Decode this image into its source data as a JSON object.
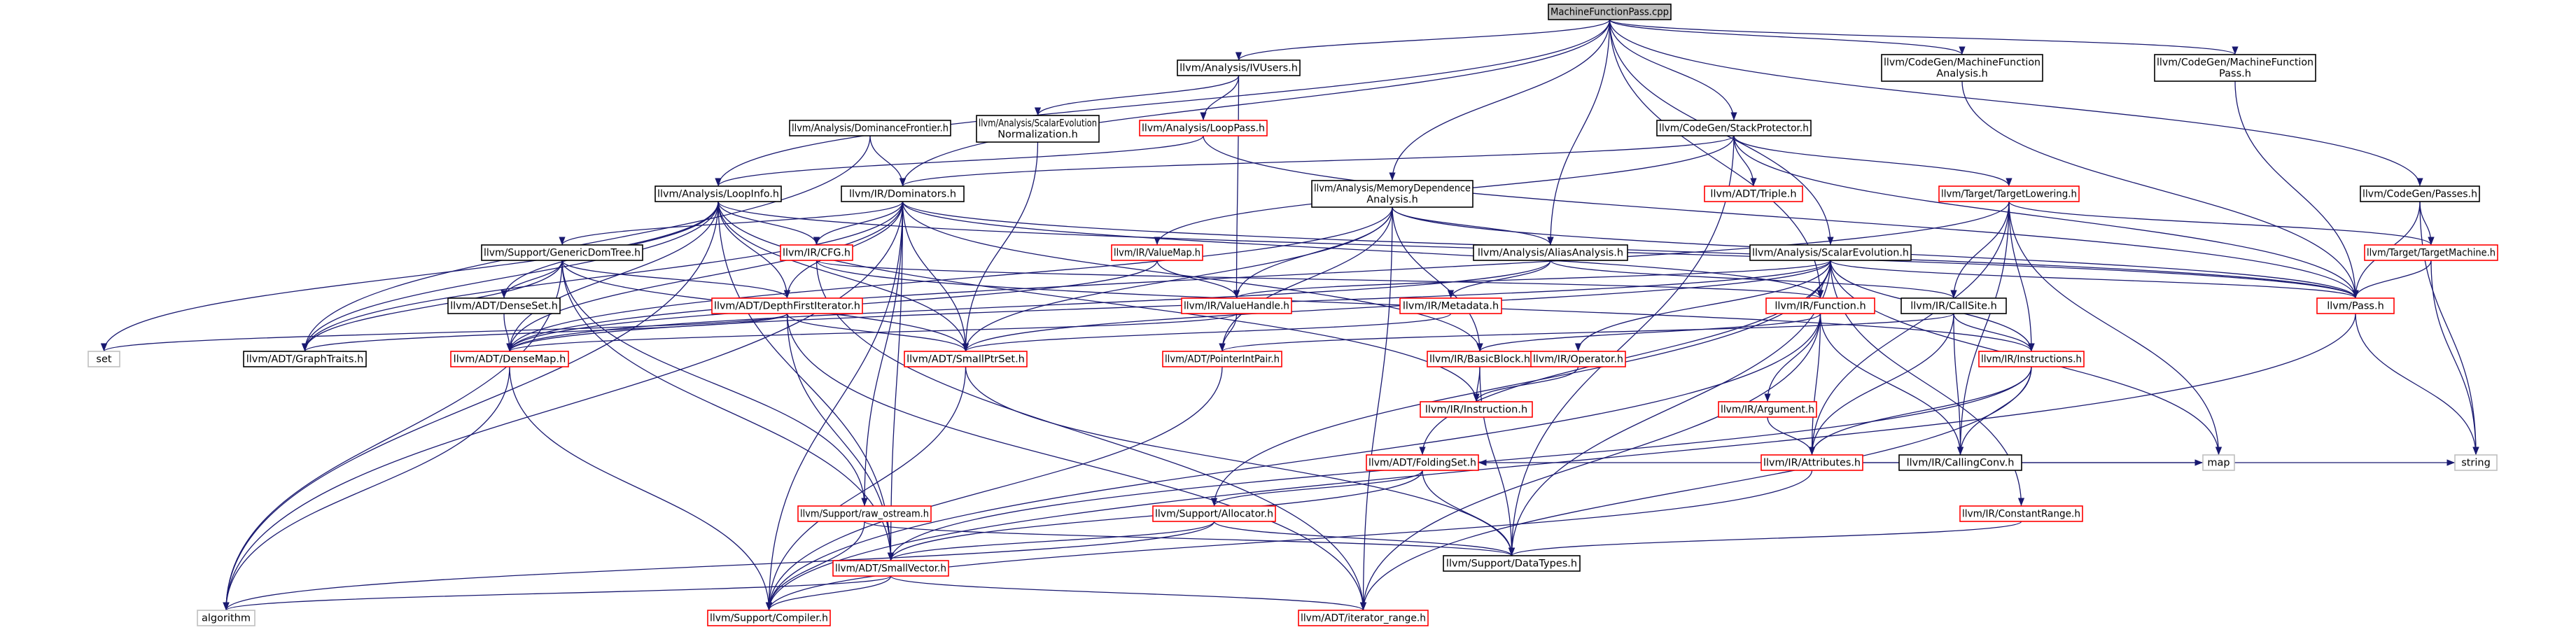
{
  "colors": {
    "root_fill": "#bfbfbf",
    "node_fill": "#ffffff",
    "border_defined": "#000000",
    "border_undocumented": "#ff0000",
    "border_system": "#bfbfbf",
    "edge": "#191970"
  },
  "nodes": [
    {
      "id": "root",
      "lines": [
        "MachineFunctionPass.cpp"
      ],
      "kind": "root"
    },
    {
      "id": "ivusers",
      "lines": [
        "llvm/Analysis/IVUsers.h"
      ],
      "kind": "defined"
    },
    {
      "id": "cgmfa",
      "lines": [
        "llvm/CodeGen/MachineFunction",
        "Analysis.h"
      ],
      "kind": "defined"
    },
    {
      "id": "cgmfp",
      "lines": [
        "llvm/CodeGen/MachineFunction",
        "Pass.h"
      ],
      "kind": "defined"
    },
    {
      "id": "domfront",
      "lines": [
        "llvm/Analysis/DominanceFrontier.h"
      ],
      "kind": "defined"
    },
    {
      "id": "sen",
      "lines": [
        "llvm/Analysis/ScalarEvolution",
        "Normalization.h"
      ],
      "kind": "defined"
    },
    {
      "id": "looppass",
      "lines": [
        "llvm/Analysis/LoopPass.h"
      ],
      "kind": "undoc"
    },
    {
      "id": "stackprot",
      "lines": [
        "llvm/CodeGen/StackProtector.h"
      ],
      "kind": "defined"
    },
    {
      "id": "loopinfo",
      "lines": [
        "llvm/Analysis/LoopInfo.h"
      ],
      "kind": "defined"
    },
    {
      "id": "dominators",
      "lines": [
        "llvm/IR/Dominators.h"
      ],
      "kind": "defined"
    },
    {
      "id": "memdep",
      "lines": [
        "llvm/Analysis/MemoryDependence",
        "Analysis.h"
      ],
      "kind": "defined"
    },
    {
      "id": "triple",
      "lines": [
        "llvm/ADT/Triple.h"
      ],
      "kind": "undoc"
    },
    {
      "id": "tli",
      "lines": [
        "llvm/Target/TargetLowering.h"
      ],
      "kind": "undoc"
    },
    {
      "id": "cgpasses",
      "lines": [
        "llvm/CodeGen/Passes.h"
      ],
      "kind": "defined"
    },
    {
      "id": "gdt",
      "lines": [
        "llvm/Support/GenericDomTree.h"
      ],
      "kind": "defined"
    },
    {
      "id": "cfg",
      "lines": [
        "llvm/IR/CFG.h"
      ],
      "kind": "undoc"
    },
    {
      "id": "valuemap",
      "lines": [
        "llvm/IR/ValueMap.h"
      ],
      "kind": "undoc"
    },
    {
      "id": "aa",
      "lines": [
        "llvm/Analysis/AliasAnalysis.h"
      ],
      "kind": "defined"
    },
    {
      "id": "se",
      "lines": [
        "llvm/Analysis/ScalarEvolution.h"
      ],
      "kind": "defined"
    },
    {
      "id": "tm",
      "lines": [
        "llvm/Target/TargetMachine.h"
      ],
      "kind": "undoc"
    },
    {
      "id": "denseset",
      "lines": [
        "llvm/ADT/DenseSet.h"
      ],
      "kind": "defined"
    },
    {
      "id": "dfi",
      "lines": [
        "llvm/ADT/DepthFirstIterator.h"
      ],
      "kind": "undoc"
    },
    {
      "id": "vh",
      "lines": [
        "llvm/IR/ValueHandle.h"
      ],
      "kind": "undoc"
    },
    {
      "id": "metadata",
      "lines": [
        "llvm/IR/Metadata.h"
      ],
      "kind": "undoc"
    },
    {
      "id": "function",
      "lines": [
        "llvm/IR/Function.h"
      ],
      "kind": "undoc"
    },
    {
      "id": "callsite",
      "lines": [
        "llvm/IR/CallSite.h"
      ],
      "kind": "defined"
    },
    {
      "id": "pass",
      "lines": [
        "llvm/Pass.h"
      ],
      "kind": "undoc"
    },
    {
      "id": "set",
      "lines": [
        "set"
      ],
      "kind": "system"
    },
    {
      "id": "graphtraits",
      "lines": [
        "llvm/ADT/GraphTraits.h"
      ],
      "kind": "defined"
    },
    {
      "id": "densemap",
      "lines": [
        "llvm/ADT/DenseMap.h"
      ],
      "kind": "undoc"
    },
    {
      "id": "smallptrset",
      "lines": [
        "llvm/ADT/SmallPtrSet.h"
      ],
      "kind": "undoc"
    },
    {
      "id": "pip",
      "lines": [
        "llvm/ADT/PointerIntPair.h"
      ],
      "kind": "undoc"
    },
    {
      "id": "basicblock",
      "lines": [
        "llvm/IR/BasicBlock.h"
      ],
      "kind": "undoc"
    },
    {
      "id": "operator",
      "lines": [
        "llvm/IR/Operator.h"
      ],
      "kind": "undoc"
    },
    {
      "id": "instructions",
      "lines": [
        "llvm/IR/Instructions.h"
      ],
      "kind": "undoc"
    },
    {
      "id": "argument",
      "lines": [
        "llvm/IR/Argument.h"
      ],
      "kind": "undoc"
    },
    {
      "id": "instruction",
      "lines": [
        "llvm/IR/Instruction.h"
      ],
      "kind": "undoc"
    },
    {
      "id": "attributes",
      "lines": [
        "llvm/IR/Attributes.h"
      ],
      "kind": "undoc"
    },
    {
      "id": "callingconv",
      "lines": [
        "llvm/IR/CallingConv.h"
      ],
      "kind": "defined"
    },
    {
      "id": "map",
      "lines": [
        "map"
      ],
      "kind": "system"
    },
    {
      "id": "string",
      "lines": [
        "string"
      ],
      "kind": "system"
    },
    {
      "id": "foldingset",
      "lines": [
        "llvm/ADT/FoldingSet.h"
      ],
      "kind": "undoc"
    },
    {
      "id": "rawostream",
      "lines": [
        "llvm/Support/raw_ostream.h"
      ],
      "kind": "undoc"
    },
    {
      "id": "allocator",
      "lines": [
        "llvm/Support/Allocator.h"
      ],
      "kind": "undoc"
    },
    {
      "id": "constantrange",
      "lines": [
        "llvm/IR/ConstantRange.h"
      ],
      "kind": "undoc"
    },
    {
      "id": "datatypes",
      "lines": [
        "llvm/Support/DataTypes.h"
      ],
      "kind": "defined"
    },
    {
      "id": "smallvector",
      "lines": [
        "llvm/ADT/SmallVector.h"
      ],
      "kind": "undoc"
    },
    {
      "id": "algorithm",
      "lines": [
        "algorithm"
      ],
      "kind": "system"
    },
    {
      "id": "compiler",
      "lines": [
        "llvm/Support/Compiler.h"
      ],
      "kind": "undoc"
    },
    {
      "id": "iterrange",
      "lines": [
        "llvm/ADT/iterator_range.h"
      ],
      "kind": "undoc"
    }
  ],
  "edges": [
    [
      "root",
      "ivusers"
    ],
    [
      "root",
      "cgmfa"
    ],
    [
      "root",
      "cgmfp"
    ],
    [
      "root",
      "stackprot"
    ],
    [
      "root",
      "loopinfo"
    ],
    [
      "root",
      "dominators"
    ],
    [
      "root",
      "memdep"
    ],
    [
      "root",
      "aa"
    ],
    [
      "root",
      "se"
    ],
    [
      "root",
      "function"
    ],
    [
      "root",
      "cgpasses"
    ],
    [
      "ivusers",
      "looppass"
    ],
    [
      "ivusers",
      "sen"
    ],
    [
      "ivusers",
      "vh"
    ],
    [
      "cgmfa",
      "pass"
    ],
    [
      "cgmfp",
      "pass"
    ],
    [
      "domfront",
      "dominators"
    ],
    [
      "domfront",
      "graphtraits"
    ],
    [
      "sen",
      "smallptrset"
    ],
    [
      "looppass",
      "loopinfo"
    ],
    [
      "looppass",
      "pass"
    ],
    [
      "stackprot",
      "tli"
    ],
    [
      "stackprot",
      "triple"
    ],
    [
      "stackprot",
      "valuemap"
    ],
    [
      "stackprot",
      "pass"
    ],
    [
      "stackprot",
      "dominators"
    ],
    [
      "stackprot",
      "datatypes"
    ],
    [
      "loopinfo",
      "denseset"
    ],
    [
      "loopinfo",
      "dfi"
    ],
    [
      "loopinfo",
      "graphtraits"
    ],
    [
      "loopinfo",
      "densemap"
    ],
    [
      "loopinfo",
      "smallptrset"
    ],
    [
      "loopinfo",
      "cfg"
    ],
    [
      "loopinfo",
      "pass"
    ],
    [
      "loopinfo",
      "set"
    ],
    [
      "loopinfo",
      "algorithm"
    ],
    [
      "loopinfo",
      "smallvector"
    ],
    [
      "loopinfo",
      "instruction"
    ],
    [
      "dominators",
      "gdt"
    ],
    [
      "dominators",
      "cfg"
    ],
    [
      "dominators",
      "function"
    ],
    [
      "dominators",
      "pass"
    ],
    [
      "dominators",
      "basicblock"
    ],
    [
      "dominators",
      "densemap"
    ],
    [
      "dominators",
      "dfi"
    ],
    [
      "dominators",
      "graphtraits"
    ],
    [
      "dominators",
      "smallptrset"
    ],
    [
      "dominators",
      "smallvector"
    ],
    [
      "dominators",
      "rawostream"
    ],
    [
      "dominators",
      "compiler"
    ],
    [
      "dominators",
      "algorithm"
    ],
    [
      "memdep",
      "aa"
    ],
    [
      "memdep",
      "basicblock"
    ],
    [
      "memdep",
      "vh"
    ],
    [
      "memdep",
      "pip"
    ],
    [
      "memdep",
      "densemap"
    ],
    [
      "memdep",
      "smallptrset"
    ],
    [
      "memdep",
      "iterrange"
    ],
    [
      "memdep",
      "pass"
    ],
    [
      "tli",
      "attributes"
    ],
    [
      "tli",
      "callsite"
    ],
    [
      "tli",
      "callingconv"
    ],
    [
      "tli",
      "instructions"
    ],
    [
      "tli",
      "tm"
    ],
    [
      "tli",
      "densemap"
    ],
    [
      "tli",
      "map"
    ],
    [
      "cgpasses",
      "pass"
    ],
    [
      "cgpasses",
      "tm"
    ],
    [
      "cgpasses",
      "string"
    ],
    [
      "gdt",
      "denseset"
    ],
    [
      "gdt",
      "dfi"
    ],
    [
      "gdt",
      "graphtraits"
    ],
    [
      "gdt",
      "smallptrset"
    ],
    [
      "gdt",
      "smallvector"
    ],
    [
      "gdt",
      "rawostream"
    ],
    [
      "gdt",
      "algorithm"
    ],
    [
      "cfg",
      "function"
    ],
    [
      "cfg",
      "instructions"
    ],
    [
      "cfg",
      "iterrange"
    ],
    [
      "valuemap",
      "vh"
    ],
    [
      "valuemap",
      "densemap"
    ],
    [
      "aa",
      "callsite"
    ],
    [
      "aa",
      "metadata"
    ],
    [
      "aa",
      "densemap"
    ],
    [
      "se",
      "function"
    ],
    [
      "se",
      "operator"
    ],
    [
      "se",
      "instructions"
    ],
    [
      "se",
      "vh"
    ],
    [
      "se",
      "constantrange"
    ],
    [
      "se",
      "allocator"
    ],
    [
      "se",
      "foldingset"
    ],
    [
      "se",
      "datatypes"
    ],
    [
      "se",
      "pass"
    ],
    [
      "se",
      "densemap"
    ],
    [
      "se",
      "smallptrset"
    ],
    [
      "se",
      "map"
    ],
    [
      "tm",
      "pass"
    ],
    [
      "tm",
      "string"
    ],
    [
      "denseset",
      "densemap"
    ],
    [
      "dfi",
      "graphtraits"
    ],
    [
      "dfi",
      "smallptrset"
    ],
    [
      "dfi",
      "smallvector"
    ],
    [
      "dfi",
      "iterrange"
    ],
    [
      "dfi",
      "set"
    ],
    [
      "vh",
      "pip"
    ],
    [
      "vh",
      "densemap"
    ],
    [
      "metadata",
      "smallptrset"
    ],
    [
      "function",
      "basicblock"
    ],
    [
      "function",
      "argument"
    ],
    [
      "function",
      "attributes"
    ],
    [
      "function",
      "callingconv"
    ],
    [
      "function",
      "compiler"
    ],
    [
      "function",
      "iterrange"
    ],
    [
      "callsite",
      "instructions"
    ],
    [
      "callsite",
      "attributes"
    ],
    [
      "callsite",
      "callingconv"
    ],
    [
      "callsite",
      "pip"
    ],
    [
      "pass",
      "string"
    ],
    [
      "pass",
      "compiler"
    ],
    [
      "densemap",
      "algorithm"
    ],
    [
      "densemap",
      "compiler"
    ],
    [
      "smallptrset",
      "compiler"
    ],
    [
      "smallptrset",
      "datatypes"
    ],
    [
      "pip",
      "compiler"
    ],
    [
      "basicblock",
      "instruction"
    ],
    [
      "basicblock",
      "datatypes"
    ],
    [
      "operator",
      "instruction"
    ],
    [
      "instructions",
      "attributes"
    ],
    [
      "instructions",
      "callingconv"
    ],
    [
      "instructions",
      "smallvector"
    ],
    [
      "instructions",
      "iterrange"
    ],
    [
      "argument",
      "attributes"
    ],
    [
      "attributes",
      "foldingset"
    ],
    [
      "attributes",
      "compiler"
    ],
    [
      "attributes",
      "map"
    ],
    [
      "attributes",
      "string"
    ],
    [
      "foldingset",
      "smallvector"
    ],
    [
      "foldingset",
      "allocator"
    ],
    [
      "foldingset",
      "datatypes"
    ],
    [
      "rawostream",
      "compiler"
    ],
    [
      "rawostream",
      "datatypes"
    ],
    [
      "allocator",
      "smallvector"
    ],
    [
      "allocator",
      "datatypes"
    ],
    [
      "allocator",
      "algorithm"
    ],
    [
      "constantrange",
      "datatypes"
    ],
    [
      "smallvector",
      "algorithm"
    ],
    [
      "smallvector",
      "compiler"
    ],
    [
      "smallvector",
      "iterrange"
    ]
  ]
}
